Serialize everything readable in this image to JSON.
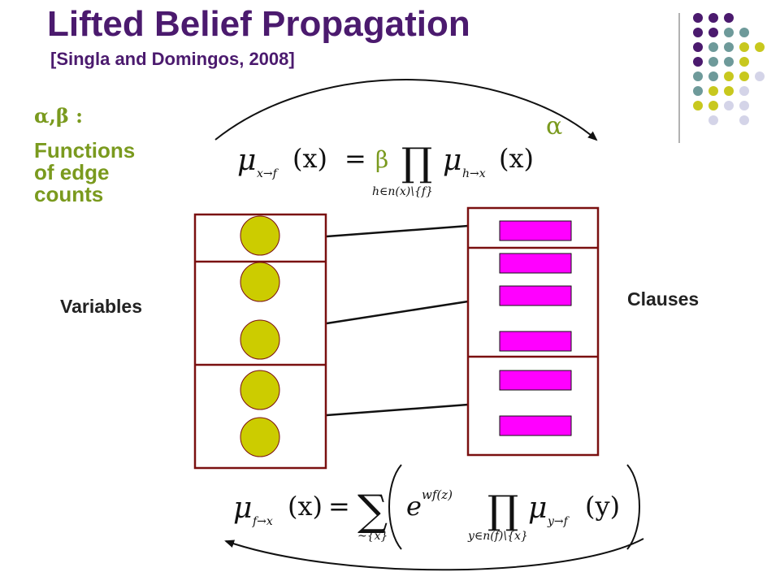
{
  "title": "Lifted Belief Propagation",
  "subtitle": "[Singla and Domingos, 2008]",
  "params_label": "α,β :",
  "functions_lines": [
    "Functions",
    "of edge",
    "counts"
  ],
  "alpha_label": "α",
  "variables_label": "Variables",
  "clauses_label": "Clauses",
  "eq_top": {
    "lhs": "μ",
    "lhs_sub": "x→f",
    "arg": "(x)",
    "eq": "=",
    "coef": "β",
    "prod": "∏",
    "prod_sub": "h∈n(x)\\{f}",
    "rhs": "μ",
    "rhs_sub": "h→x",
    "rhs_arg": "(x)"
  },
  "eq_bottom": {
    "lhs": "μ",
    "lhs_sub": "f→x",
    "arg": "(x)",
    "eq": "=",
    "sum": "∑",
    "sum_sub": "~{x}",
    "exp_base": "e",
    "exp_sup": "wf(z)",
    "prod": "∏",
    "prod_sub": "y∈n(f)\\{x}",
    "rhs": "μ",
    "rhs_sub": "y→f",
    "rhs_arg": "(y)"
  },
  "colors": {
    "title": "#4b1a6e",
    "accent_green": "#7a9a1e",
    "node_fill": "#cccc00",
    "clause_fill": "#ff00ff",
    "box_border": "#7a1010",
    "dot_purple": "#4b1a6e",
    "dot_teal": "#6e9a9a",
    "dot_yellow": "#c8c81e",
    "dot_lavender": "#d4d4e8"
  }
}
